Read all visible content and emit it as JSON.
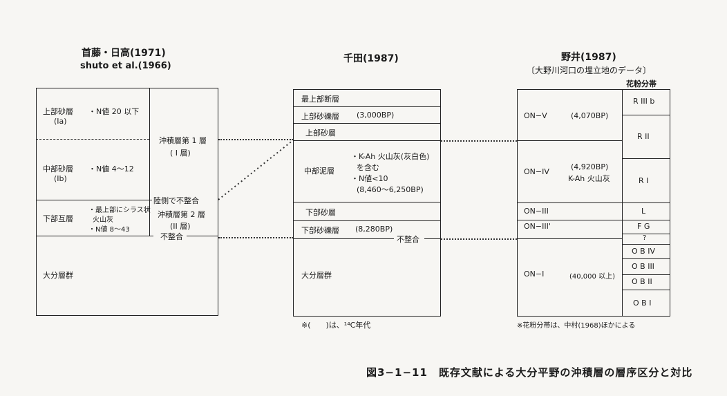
{
  "left": {
    "title1": "首藤・日高(1971)",
    "title2": "shuto et al.(1966)",
    "rows": [
      {
        "name": "上部砂層",
        "sub": "(Ia)",
        "note": "・N値 20 以下"
      },
      {
        "name": "中部砂層",
        "sub": "(Ib)",
        "note": "・N値 4〜12"
      },
      {
        "name": "下部互層",
        "note1": "・最上部にシラス状",
        "note2": "火山灰",
        "note3": "・N値 8〜43"
      },
      {
        "name": "大分層群"
      }
    ],
    "right_col": {
      "upper1": "沖積層第 1 層",
      "upper2": "( I 層)",
      "boundary1": "陸側で不整合",
      "lower1": "沖積層第 2 層",
      "lower2": "(II 層)",
      "boundary2": "不整合"
    }
  },
  "middle": {
    "title": "千田(1987)",
    "rows": [
      {
        "name": "最上部断層"
      },
      {
        "name": "上部砂礫層",
        "note": "(3,000BP)"
      },
      {
        "name": "上部砂層"
      },
      {
        "name": "中部泥層",
        "note1": "・K-Ah 火山灰(灰白色)",
        "note2": "を含む",
        "note3": "・N値<10",
        "note4": "(8,460〜6,250BP)"
      },
      {
        "name": "下部砂層"
      },
      {
        "name": "下部砂礫層",
        "note": "(8,280BP)"
      },
      {
        "name": "大分層群"
      }
    ],
    "boundary": "不整合",
    "footnote": "※(　　)は、¹⁴C年代"
  },
  "right": {
    "title": "野井(1987)",
    "subtitle": "〔大野川河口の埋立地のデータ〕",
    "pollen_header": "花粉分帯",
    "units": [
      {
        "name": "ON−V",
        "note": "(4,070BP)"
      },
      {
        "name": "ON−IV",
        "note1": "(4,920BP)",
        "note2": "K-Ah 火山灰"
      },
      {
        "name": "ON−III"
      },
      {
        "name": "ON−III'"
      },
      {
        "name": "ON−I",
        "note": "(40,000 以上)"
      }
    ],
    "pollen": [
      "R III b",
      "R II",
      "R I",
      "L",
      "F G",
      "?",
      "O B IV",
      "O B III",
      "O B II",
      "O B I"
    ],
    "footnote": "※花粉分帯は、中村(1968)ほかによる"
  },
  "caption": "図3−1−11　既存文献による大分平野の沖積層の層序区分と対比"
}
